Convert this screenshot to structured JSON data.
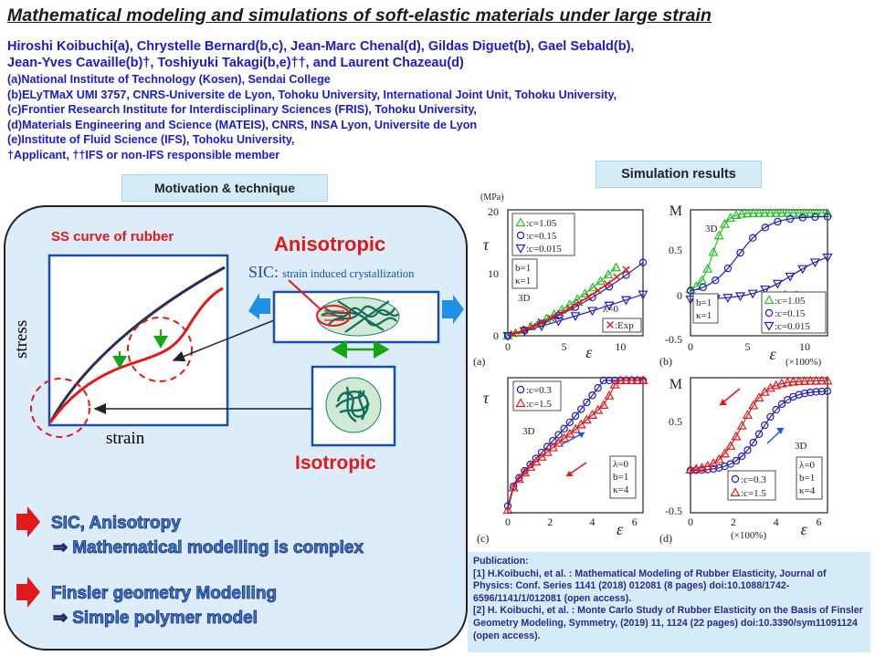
{
  "title": "Mathematical modeling and simulations of soft-elastic materials under large strain",
  "authors": [
    "Hiroshi Koibuchi(a), Chrystelle Bernard(b,c), Jean-Marc Chenal(d), Gildas Diguet(b), Gael Sebald(b),",
    "Jean-Yves Cavaille(b)†, Toshiyuki Takagi(b,e)††, and Laurent Chazeau(d)"
  ],
  "affiliations": [
    "(a)National Institute of Technology (Kosen), Sendai College",
    "(b)ELyTMaX UMI 3757, CNRS-Universite de Lyon, Tohoku University, International Joint Unit, Tohoku University,",
    "(c)Frontier Research Institute for Interdisciplinary Sciences (FRIS), Tohoku University,",
    "(d)Materials Engineering and Science (MATEIS), CNRS, INSA Lyon, Universite de Lyon",
    "(e)Institute of Fluid Science (IFS), Tohoku University,",
    "†Applicant, ††IFS or non-IFS responsible member"
  ],
  "motivation": {
    "label": "Motivation & technique",
    "ss_title": "SS curve of rubber",
    "stress_label": "stress",
    "strain_label": "strain",
    "anisotropic": "Anisotropic",
    "isotropic": "Isotropic",
    "sic_prefix": "SIC:",
    "sic_text": "strain induced crystallization",
    "point1_line1": "SIC, Anisotropy",
    "point1_line2": "⇒ Mathematical modelling is complex",
    "point2_line1": "Finsler geometry Modelling",
    "point2_line2": "⇒ Simple polymer model"
  },
  "simulation": {
    "label": "Simulation results",
    "unit_mpa": "(MPa)",
    "times100": "(×100%)",
    "panels": {
      "a": {
        "tag": "(a)",
        "ylabel": "τ",
        "xlabel": "ε",
        "dim": "3D",
        "params": [
          "b=1",
          "κ=1"
        ],
        "lambda": "λ=0",
        "legend": [
          ":c=1.05",
          ":c=0.15",
          ":c=0.015"
        ],
        "exp": ":Exp",
        "xticks": [
          "0",
          "5",
          "10"
        ],
        "yticks": [
          "0",
          "10",
          "20"
        ]
      },
      "b": {
        "tag": "(b)",
        "ylabel": "M",
        "xlabel": "ε",
        "dim": "3D",
        "params": [
          "b=1",
          "κ=1"
        ],
        "lambda": "λ=0",
        "legend": [
          ":c=1.05",
          ":c=0.15",
          ":c=0.015"
        ],
        "xticks": [
          "0",
          "5",
          "10"
        ],
        "yticks": [
          "-0.5",
          "0",
          "0.5"
        ]
      },
      "c": {
        "tag": "(c)",
        "ylabel": "τ",
        "xlabel": "ε",
        "dim": "3D",
        "params": [
          "λ=0",
          "b=1",
          "κ=4"
        ],
        "legend": [
          ":c=0.3",
          ":c=1.5"
        ],
        "xticks": [
          "0",
          "2",
          "4",
          "6"
        ]
      },
      "d": {
        "tag": "(d)",
        "ylabel": "M",
        "xlabel": "ε",
        "dim": "3D",
        "params": [
          "λ=0",
          "b=1",
          "κ=4"
        ],
        "legend": [
          ":c=0.3",
          ":c=1.5"
        ],
        "xticks": [
          "0",
          "2",
          "4",
          "6"
        ],
        "yticks": [
          "-0.5",
          "0",
          "0.5"
        ]
      }
    }
  },
  "publication": {
    "heading": "Publication:",
    "refs": [
      "[1] H.Koibuchi, et al. : Mathematical Modeling of Rubber Elasticity, Journal of Physics: Conf. Series 1141 (2018) 012081 (8 pages) doi:10.1088/1742-6596/1141/1/012081 (open access).",
      "[2] H. Koibuchi, et al. : Monte Carlo Study of Rubber Elasticity on the Basis of Finsler Geometry Modeling, Symmetry, (2019) 11, 1124 (22 pages) doi:10.3390/sym11091124 (open access)."
    ]
  },
  "colors": {
    "title_blue": "#1b1bd0",
    "green": "#22c322",
    "navy": "#1f1fb4",
    "red": "#e01a1a",
    "panel_bg": "#dcedf9",
    "arrow_blue": "#1e90e8"
  }
}
